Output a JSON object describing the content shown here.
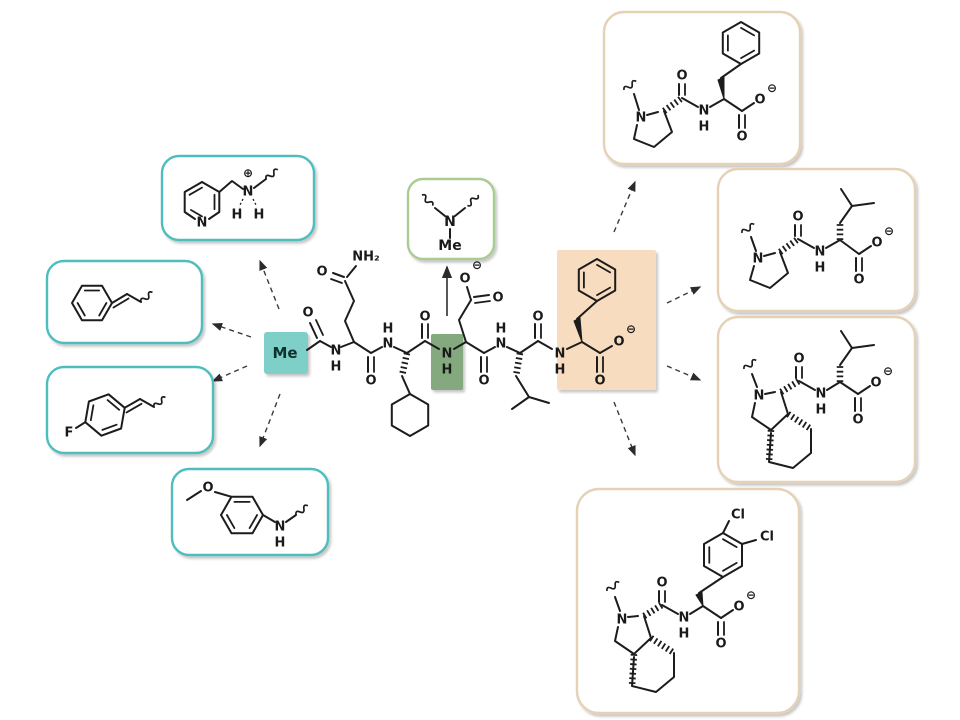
{
  "figure": {
    "background": "#ffffff"
  },
  "labels": {
    "me": "Me",
    "n": "N",
    "h": "H",
    "o": "O",
    "nh2": "NH₂",
    "f": "F",
    "cl": "Cl",
    "plus": "⊕",
    "minus": "⊖"
  },
  "colors": {
    "ink": "#1c1c1c",
    "arrow": "#3a3a3a",
    "teal_border": "#4fbdbd",
    "teal_fill": "#7ecfc7",
    "green_fill": "#85a97e",
    "green_border": "#a9cc93",
    "orange_fill": "#f8dcbf",
    "tan_border": "#e5d1b5",
    "box_fill": "#ffffff"
  }
}
